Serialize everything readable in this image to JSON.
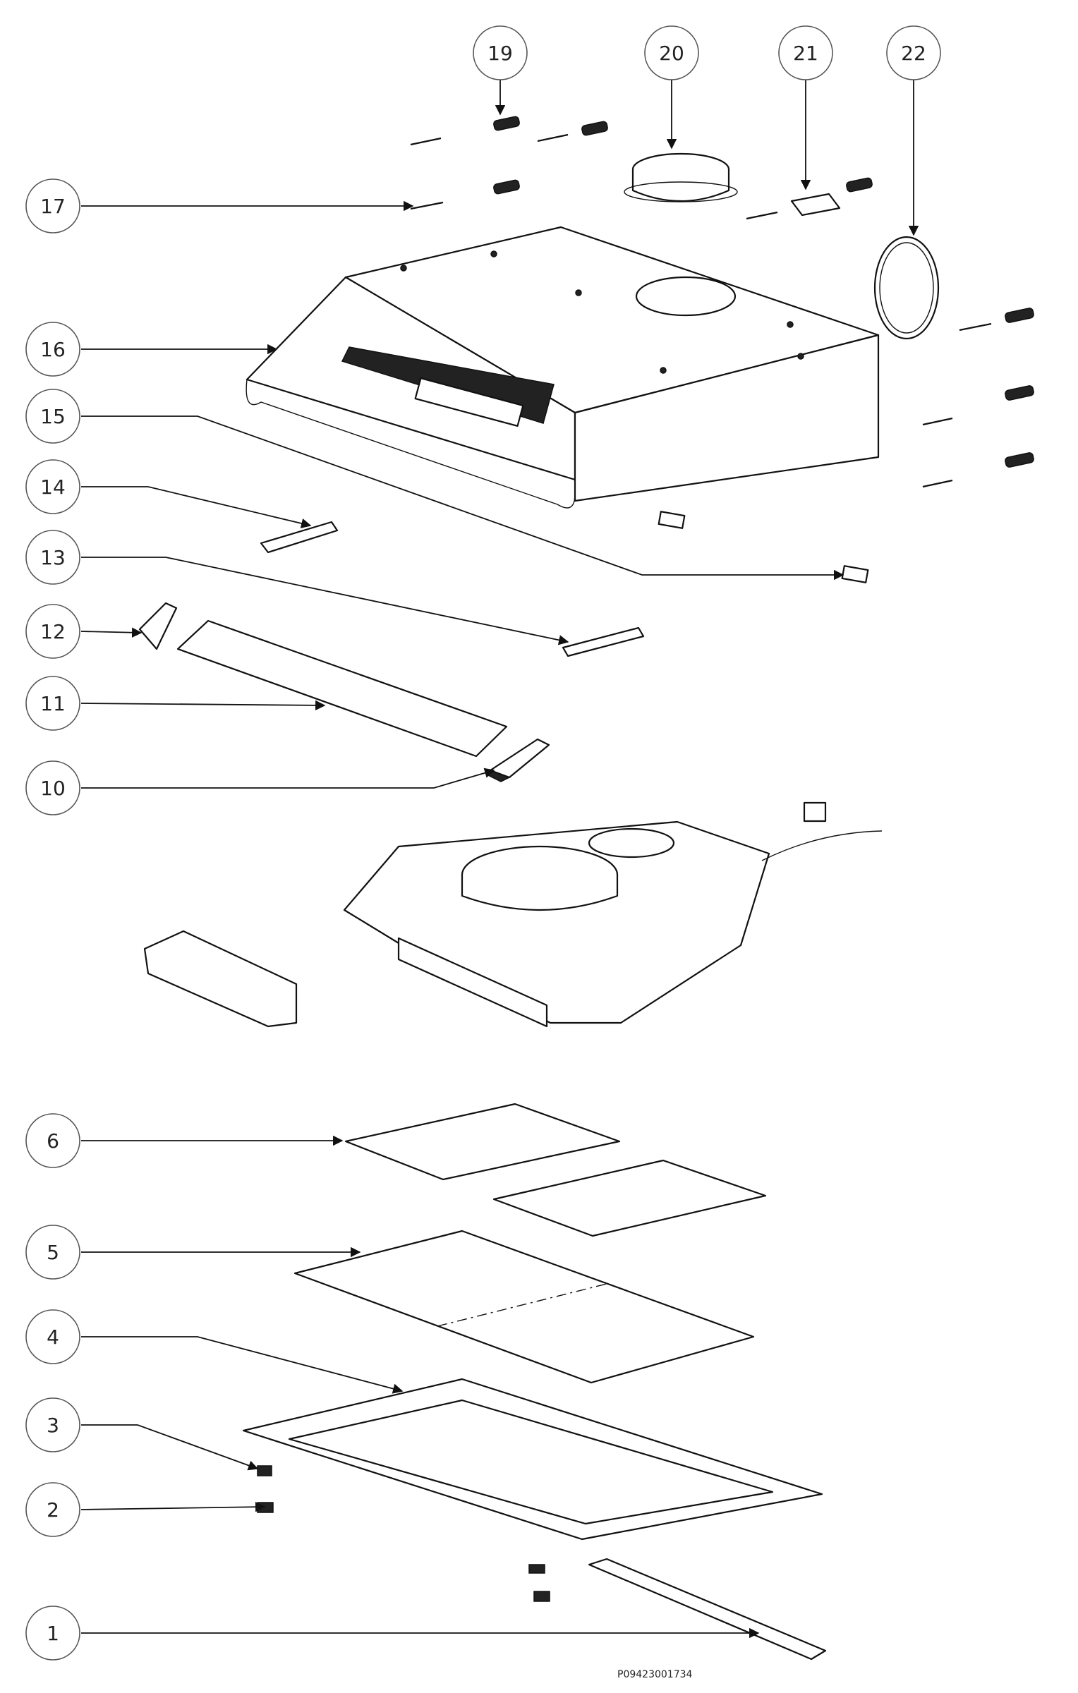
{
  "diagram": {
    "document_code": "P09423001734",
    "callouts": [
      {
        "label": "1"
      },
      {
        "label": "2"
      },
      {
        "label": "3"
      },
      {
        "label": "4"
      },
      {
        "label": "5"
      },
      {
        "label": "6"
      },
      {
        "label": "10"
      },
      {
        "label": "11"
      },
      {
        "label": "12"
      },
      {
        "label": "13"
      },
      {
        "label": "14"
      },
      {
        "label": "15"
      },
      {
        "label": "16"
      },
      {
        "label": "17"
      },
      {
        "label": "19"
      },
      {
        "label": "20"
      },
      {
        "label": "21"
      },
      {
        "label": "22"
      }
    ]
  }
}
